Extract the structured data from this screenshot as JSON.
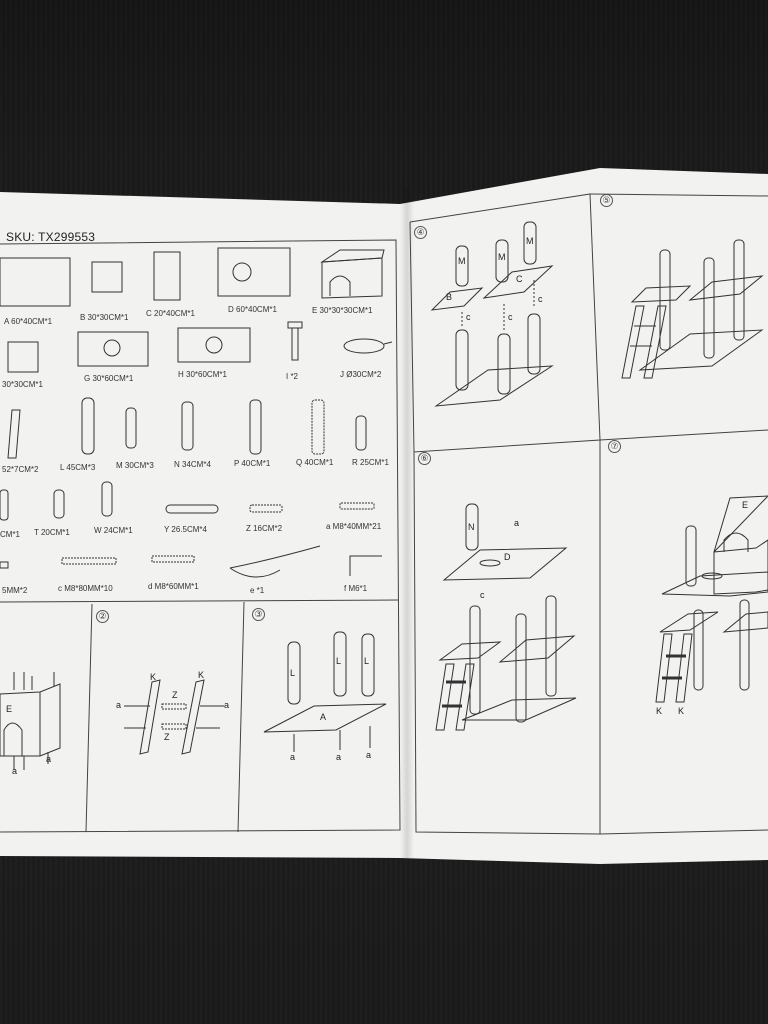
{
  "sku": "SKU: TX299553",
  "parts": {
    "row1": [
      "A 60*40CM*1",
      "B 30*30CM*1",
      "C 20*40CM*1",
      "D 60*40CM*1",
      "E 30*30*30CM*1"
    ],
    "row2": [
      "30*30CM*1",
      "G 30*60CM*1",
      "H 30*60CM*1",
      "I *2",
      "J Ø30CM*2"
    ],
    "row3": [
      "52*7CM*2",
      "L 45CM*3",
      "M 30CM*3",
      "N 34CM*4",
      "P 40CM*1",
      "Q 40CM*1",
      "R 25CM*1"
    ],
    "row4": [
      "CM*1",
      "T 20CM*1",
      "W 24CM*1",
      "Y 26.5CM*4",
      "Z 16CM*2",
      "a M8*40MM*21"
    ],
    "row5": [
      "5MM*2",
      "c M8*80MM*10",
      "d M8*60MM*1",
      "e *1",
      "f M6*1"
    ]
  },
  "steps": {
    "s2": "②",
    "s3": "③",
    "s4": "④",
    "s5": "⑤",
    "s6": "⑥",
    "s7": "⑦"
  },
  "tags": {
    "a": "a",
    "c": "c",
    "K": "K",
    "Z": "Z",
    "L": "L",
    "A": "A",
    "M": "M",
    "B": "B",
    "C": "C",
    "D": "D",
    "N": "N",
    "E": "E"
  }
}
